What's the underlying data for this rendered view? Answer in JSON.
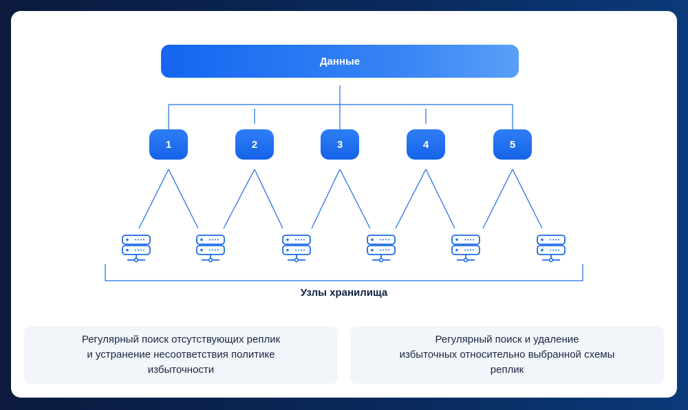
{
  "diagram": {
    "data_label": "Данные",
    "nodes": [
      "1",
      "2",
      "3",
      "4",
      "5"
    ],
    "storage_label": "Узлы хранилища",
    "storage_server_count": 6,
    "colors": {
      "accent": "#1466f0",
      "line": "#1a6ae8",
      "server": "#1a6ae8"
    }
  },
  "notes": [
    {
      "lines": [
        "Регулярный поиск отсутствующих реплик",
        "и устранение несоответствия политике",
        "избыточности"
      ]
    },
    {
      "lines": [
        "Регулярный поиск и удаление",
        "избыточных относительно выбранной схемы",
        "реплик"
      ]
    }
  ]
}
